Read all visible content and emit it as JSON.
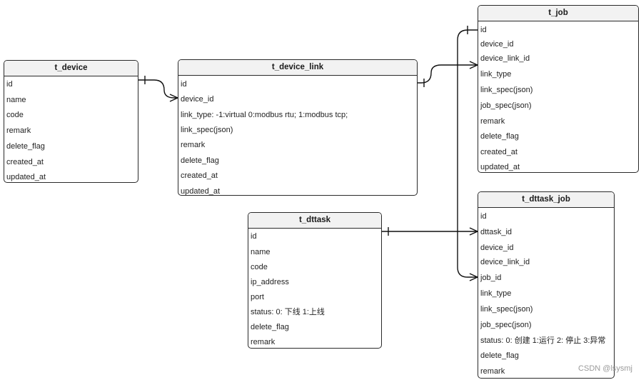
{
  "tables": {
    "t_device": {
      "title": "t_device",
      "fields": [
        "id",
        "name",
        "code",
        "remark",
        "delete_flag",
        "created_at",
        "updated_at"
      ]
    },
    "t_device_link": {
      "title": "t_device_link",
      "fields": [
        "id",
        "device_id",
        "link_type: -1:virtual  0:modbus rtu; 1:modbus tcp;",
        "link_spec(json)",
        "remark",
        "delete_flag",
        "created_at",
        "updated_at"
      ]
    },
    "t_job": {
      "title": "t_job",
      "fields": [
        "id",
        "device_id",
        "device_link_id",
        "link_type",
        "link_spec(json)",
        "job_spec(json)",
        "remark",
        "delete_flag",
        "created_at",
        "updated_at"
      ]
    },
    "t_dttask": {
      "title": "t_dttask",
      "fields": [
        "id",
        "name",
        "code",
        "ip_address",
        "port",
        "status: 0: 下线  1:上线",
        "delete_flag",
        "remark"
      ]
    },
    "t_dttask_job": {
      "title": "t_dttask_job",
      "fields": [
        "id",
        "dttask_id",
        "device_id",
        "device_link_id",
        "job_id",
        "link_type",
        "link_spec(json)",
        "job_spec(json)",
        "status: 0: 创建  1:运行  2:  停止  3:异常",
        "delete_flag",
        "remark"
      ]
    }
  },
  "relationships": [
    {
      "from": "t_device.id",
      "to": "t_device_link.device_id",
      "type": "one-to-many"
    },
    {
      "from": "t_device_link.id",
      "to": "t_job.device_link_id",
      "type": "one-to-many"
    },
    {
      "from": "t_job.id",
      "to": "t_dttask_job.job_id",
      "type": "one-to-many"
    },
    {
      "from": "t_dttask.id",
      "to": "t_dttask_job.dttask_id",
      "type": "one-to-many"
    }
  ],
  "watermark": "CSDN @lsysmj"
}
